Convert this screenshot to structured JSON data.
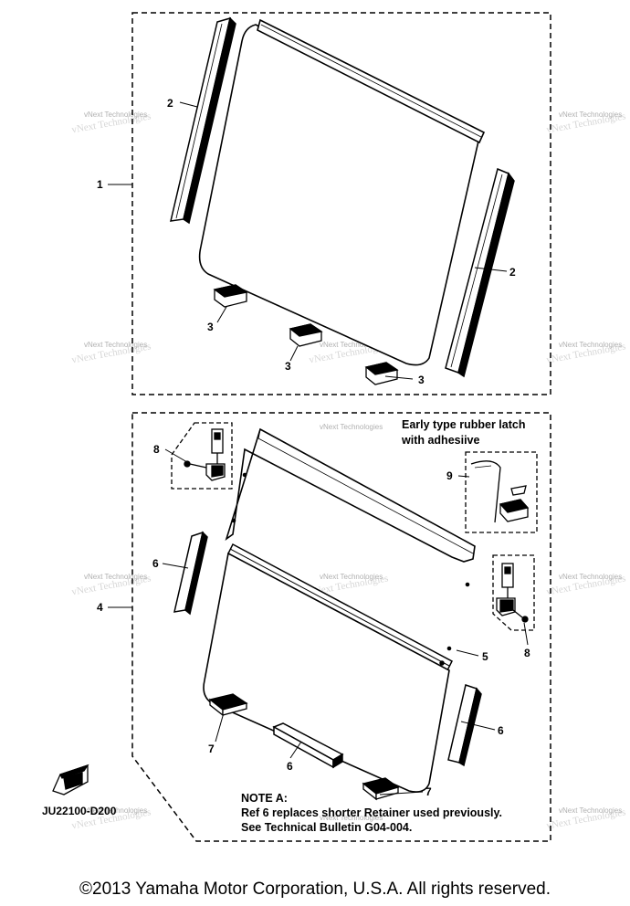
{
  "callouts": {
    "c1": "1",
    "c2a": "2",
    "c2b": "2",
    "c3a": "3",
    "c3b": "3",
    "c3c": "3",
    "c4": "4",
    "c5": "5",
    "c6a": "6",
    "c6b": "6",
    "c6c": "6",
    "c7a": "7",
    "c7b": "7",
    "c8a": "8",
    "c8b": "8",
    "c9": "9"
  },
  "early_note": {
    "line1": "Early type rubber latch",
    "line2": "with adhesiive"
  },
  "note_a": {
    "title": "NOTE A:",
    "line1": "Ref 6 replaces shorter Retainer used previously.",
    "line2": "See Technical Bulletin G04-004."
  },
  "diagram_code": "JU22100-D200",
  "watermark": "vNext Technologies",
  "copyright": "©2013 Yamaha Motor Corporation, U.S.A. All rights reserved."
}
